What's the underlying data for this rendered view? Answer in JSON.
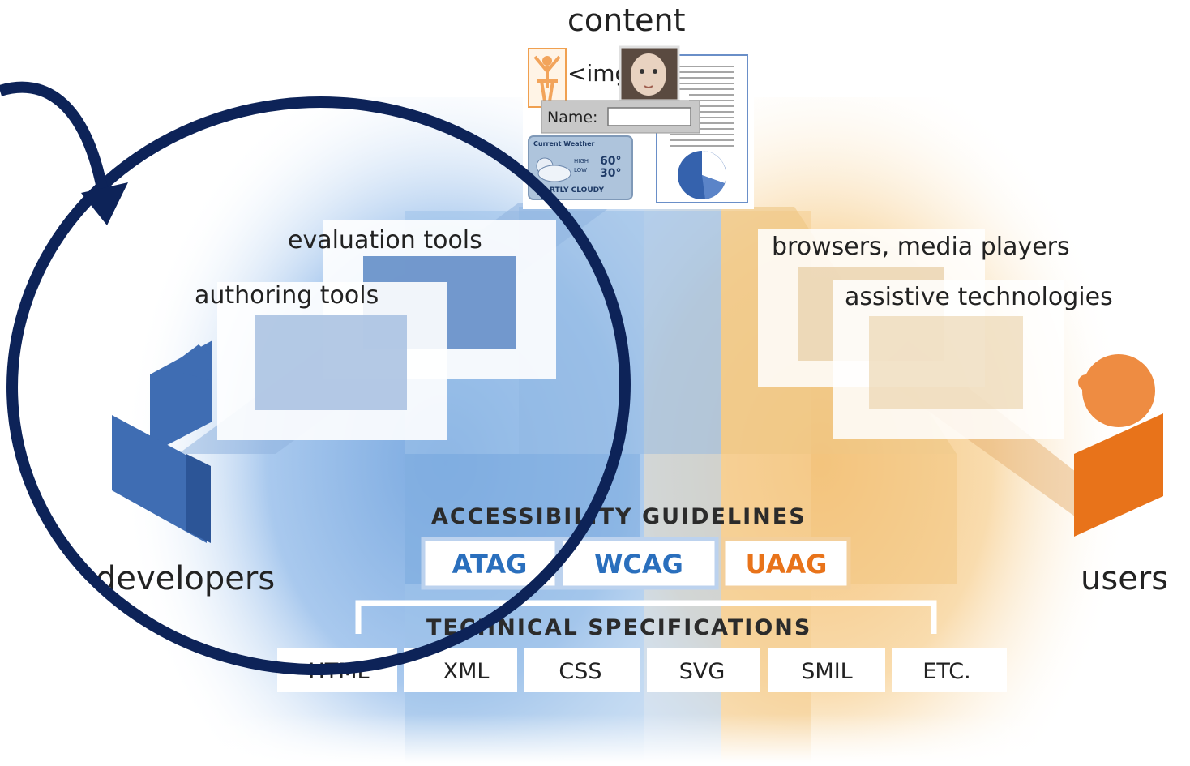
{
  "labels": {
    "content": "content",
    "evaluation_tools": "evaluation tools",
    "authoring_tools": "authoring tools",
    "browsers": "browsers, media players",
    "assistive": "assistive technologies",
    "developers": "developers",
    "users": "users"
  },
  "content_card": {
    "img_tag": "<img",
    "name_label": "Name:",
    "weather_title": "Current Weather",
    "weather_high_label": "HIGH",
    "weather_low_label": "LOW",
    "weather_high": "60°",
    "weather_low": "30°",
    "weather_condition": "RTLY CLOUDY"
  },
  "guidelines": {
    "title": "ACCESSIBILITY GUIDELINES",
    "items": [
      "ATAG",
      "WCAG",
      "UAAG"
    ]
  },
  "specs": {
    "title": "TECHNICAL SPECIFICATIONS",
    "items": [
      "HTML",
      "XML",
      "CSS",
      "SVG",
      "SMIL",
      "ETC."
    ]
  },
  "colors": {
    "developer_blue": "#4a73b5",
    "guideline_blue": "#2a6fbd",
    "user_orange": "#e8731a",
    "annotation_navy": "#0d2358"
  }
}
